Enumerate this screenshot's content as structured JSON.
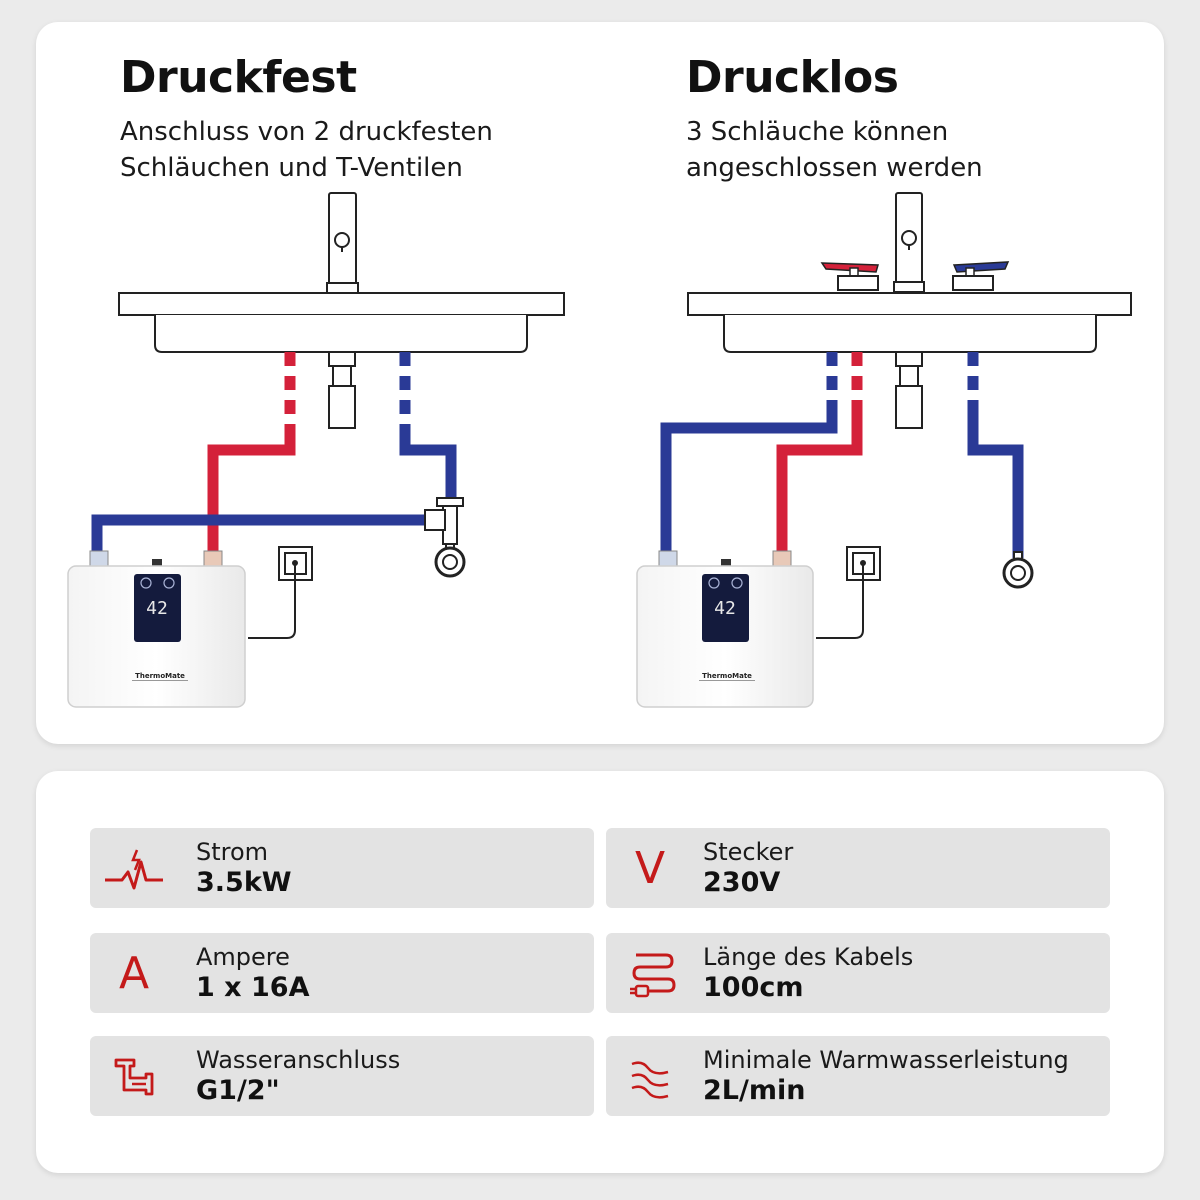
{
  "left": {
    "title": "Druckfest",
    "subtitle_lines": [
      "Anschluss von 2 druckfesten",
      "Schläuchen und T-Ventilen"
    ],
    "display_value": "42",
    "brand": "ThermoMate"
  },
  "right": {
    "title": "Drucklos",
    "subtitle_lines": [
      "3 Schläuche können",
      "angeschlossen werden"
    ],
    "display_value": "42",
    "brand": "ThermoMate"
  },
  "colors": {
    "hot": "#d4213a",
    "cold": "#2a3a96",
    "accent": "#c41a1a"
  },
  "specs": [
    {
      "label": "Strom",
      "value": "3.5kW",
      "icon": "power-pulse-icon"
    },
    {
      "label": "Stecker",
      "value": "230V",
      "icon": "volt-icon",
      "glyph": "V"
    },
    {
      "label": "Ampere",
      "value": "1 x 16A",
      "icon": "ampere-icon",
      "glyph": "A"
    },
    {
      "label": "Länge des Kabels",
      "value": "100cm",
      "icon": "cable-icon"
    },
    {
      "label": "Wasseranschluss",
      "value": "G1/2\"",
      "icon": "pipe-fitting-icon"
    },
    {
      "label": "Minimale Warmwasserleistung",
      "value": "2L/min",
      "icon": "water-flow-icon"
    }
  ]
}
